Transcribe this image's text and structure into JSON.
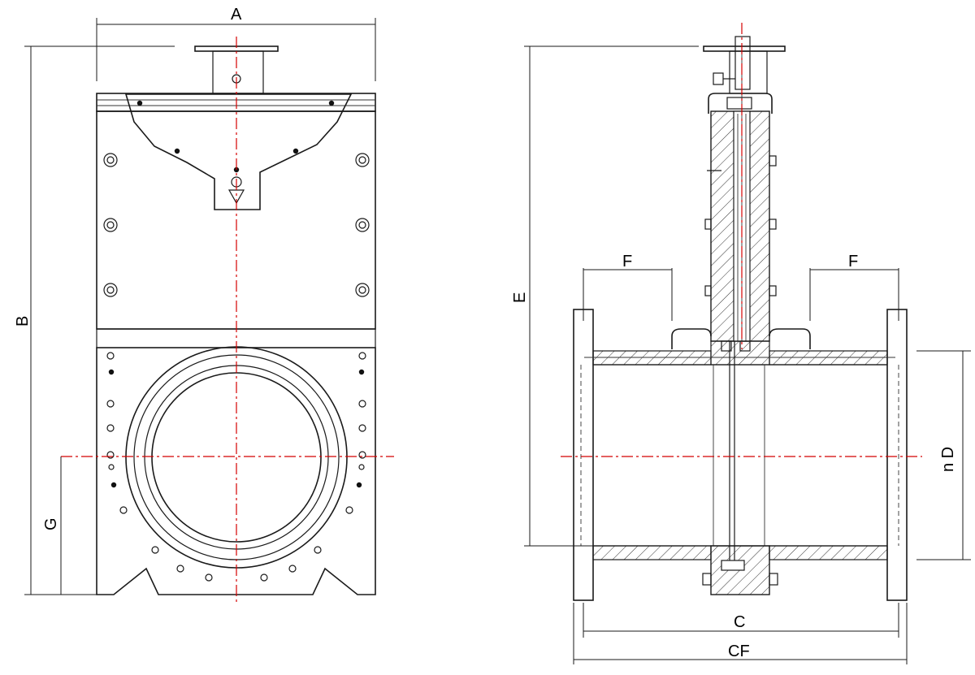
{
  "labels": {
    "A": "A",
    "B": "B",
    "G": "G",
    "E": "E",
    "F_left": "F",
    "F_right": "F",
    "nD": "n D",
    "C": "C",
    "CF": "CF"
  },
  "colors": {
    "line": "#1a1a1a",
    "centerline": "#d40000",
    "background": "#ffffff"
  }
}
